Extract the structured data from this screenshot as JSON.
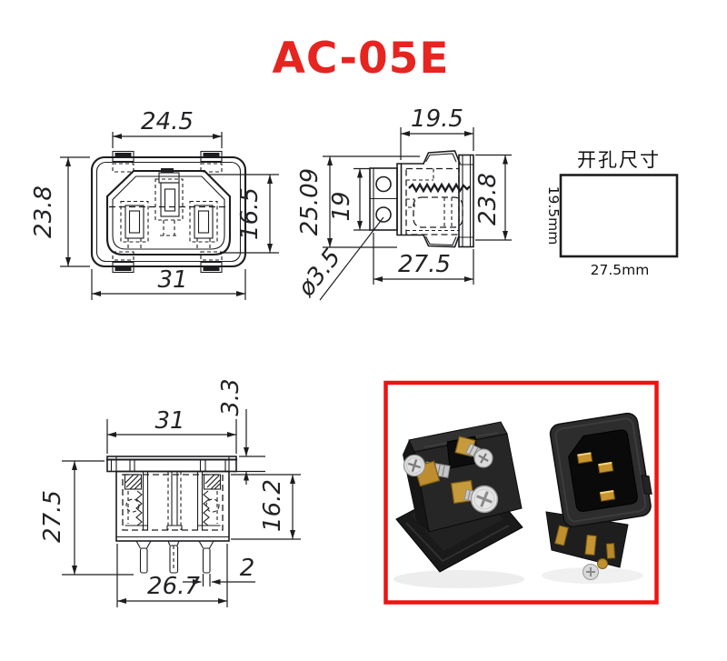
{
  "title": "AC-05E",
  "colors": {
    "title_red": "#e62420",
    "photo_frame_red": "#ee1312",
    "drawing_line": "#1d1d20",
    "brass": "#c3953a",
    "silver": "#d8d8d8",
    "plastic_black": "#222222"
  },
  "views": {
    "front": {
      "dims": {
        "width_top": "24.5",
        "height_left": "23.8",
        "socket_right": "16.5",
        "width_bottom": "31"
      }
    },
    "side": {
      "dims": {
        "width_top": "19.5",
        "height_left": "25.09",
        "panel_height": "19",
        "height_right": "23.8",
        "width_bottom": "27.5",
        "hole_dia": "ø3.5"
      }
    },
    "cutout": {
      "heading": "开孔尺寸",
      "height_label": "19.5mm",
      "width_label": "27.5mm"
    },
    "bottom": {
      "dims": {
        "width_top": "31",
        "flange_thickness": "3.3",
        "height_left": "27.5",
        "body_height_right": "16.2",
        "pin_width": "2",
        "width_bottom": "26.7"
      }
    }
  }
}
